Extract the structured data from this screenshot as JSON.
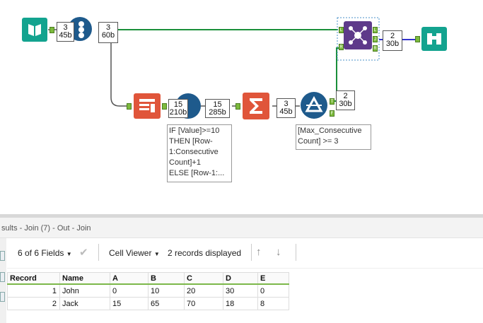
{
  "canvas": {
    "tools": {
      "input": {
        "icon": "input-book-icon"
      },
      "select": {
        "icon": "select-icon"
      },
      "multirow": {
        "icon": "multi-row-formula-icon"
      },
      "summarize": {
        "icon": "summarize-sigma-icon"
      },
      "filter": {
        "icon": "filter-icon"
      },
      "join": {
        "icon": "join-icon",
        "anchors": {
          "left": "L",
          "right": "R",
          "out_left": "L",
          "out_join": "J",
          "out_right": "R"
        }
      },
      "browse": {
        "icon": "browse-binoculars-icon"
      }
    },
    "badges": {
      "b1": {
        "line1": "3",
        "line2": "45b"
      },
      "b2": {
        "line1": "3",
        "line2": "60b"
      },
      "b3": {
        "line1": "15",
        "line2": "210b"
      },
      "b4": {
        "line1": "15",
        "line2": "285b"
      },
      "b5": {
        "line1": "3",
        "line2": "45b"
      },
      "b6": {
        "line1": "2",
        "line2": "30b"
      },
      "b7": {
        "line1": "2",
        "line2": "30b"
      }
    },
    "filter_anchors": {
      "true": "T",
      "false": "F"
    },
    "annotations": {
      "multirow": "IF [Value]>=10\nTHEN [Row-\n1:Consecutive\nCount]+1\nELSE [Row-1:...",
      "filter": "[Max_Consecutive\nCount] >= 3"
    },
    "colors": {
      "wire": "#1a8f3a",
      "wire_selected": "#3333cc",
      "anchor": "#7cba3d"
    }
  },
  "results": {
    "title": "sults - Join (7) - Out - Join",
    "toolbar": {
      "fields": "6 of 6 Fields",
      "viewer": "Cell Viewer",
      "records": "2 records displayed"
    },
    "table": {
      "columns": [
        "Record",
        "Name",
        "A",
        "B",
        "C",
        "D",
        "E"
      ],
      "rows": [
        [
          "1",
          "John",
          "0",
          "10",
          "20",
          "30",
          "0"
        ],
        [
          "2",
          "Jack",
          "15",
          "65",
          "70",
          "18",
          "8"
        ]
      ]
    }
  }
}
